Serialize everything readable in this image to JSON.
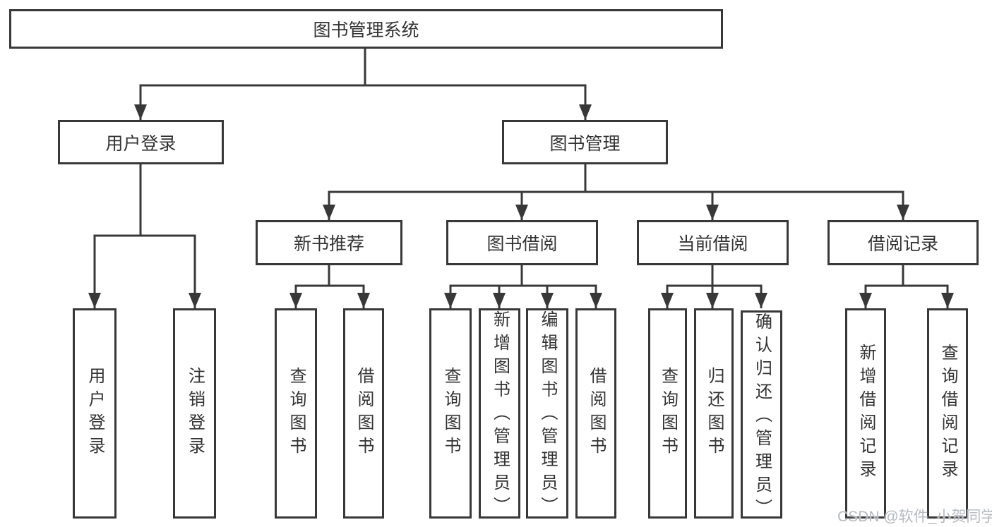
{
  "colors": {
    "line": "#383838",
    "text": "#333333",
    "background": "#ffffff",
    "watermark": "#b5babf"
  },
  "diagram": {
    "root": "图书管理系统",
    "level2": {
      "user_login": "用户登录",
      "book_mgmt": "图书管理"
    },
    "level3": {
      "new_books": "新书推荐",
      "borrowing": "图书借阅",
      "current": "当前借阅",
      "records": "借阅记录"
    },
    "leaves": {
      "login": "用户登录",
      "logout": "注销登录",
      "nb_query": "查询图书",
      "nb_borrow": "借阅图书",
      "bw_query": "查询图书",
      "bw_add": "新增图书（管理员）",
      "bw_edit": "编辑图书（管理员）",
      "bw_borrow": "借阅图书",
      "cr_query": "查询图书",
      "cr_return": "归还图书",
      "cr_confirm": "确认归还（管理员）",
      "rc_add": "新增借阅记录",
      "rc_query": "查询借阅记录"
    }
  },
  "watermark": {
    "text": "CSDN @软件_小贺同学"
  }
}
